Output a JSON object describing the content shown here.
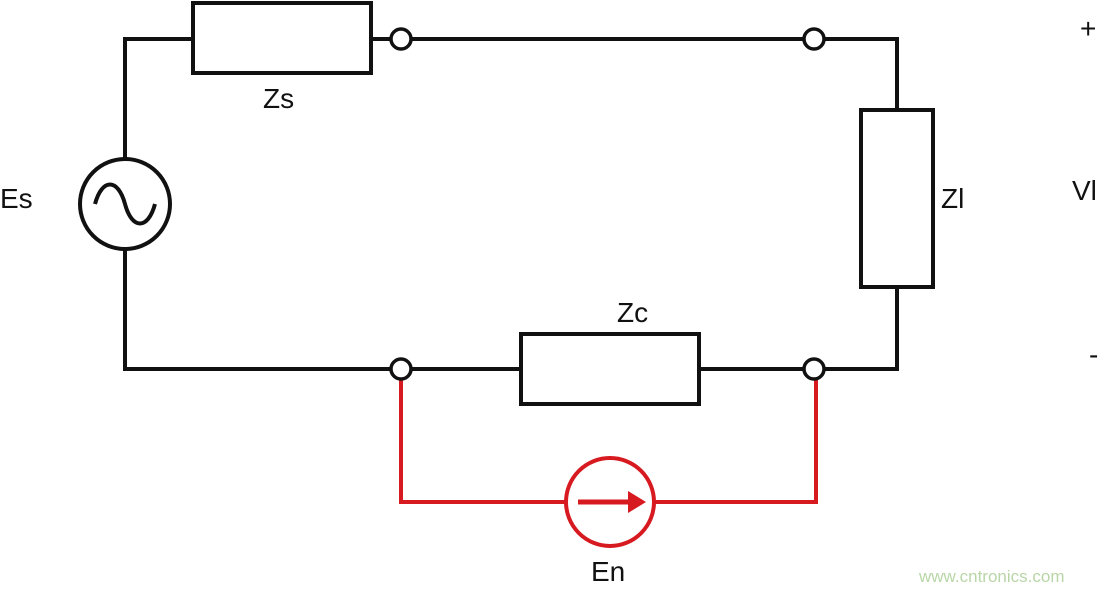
{
  "diagram": {
    "labels": {
      "source_voltage": "Es",
      "source_impedance": "Zs",
      "load_impedance": "Zl",
      "common_impedance": "Zc",
      "noise_source": "En",
      "load_voltage": "Vl",
      "plus_sign": "+",
      "minus_sign": "-"
    },
    "colors": {
      "circuit": "#111111",
      "noise_path": "#d71920",
      "watermark": "#b9d6a8"
    }
  },
  "watermark": "www.cntronics.com"
}
